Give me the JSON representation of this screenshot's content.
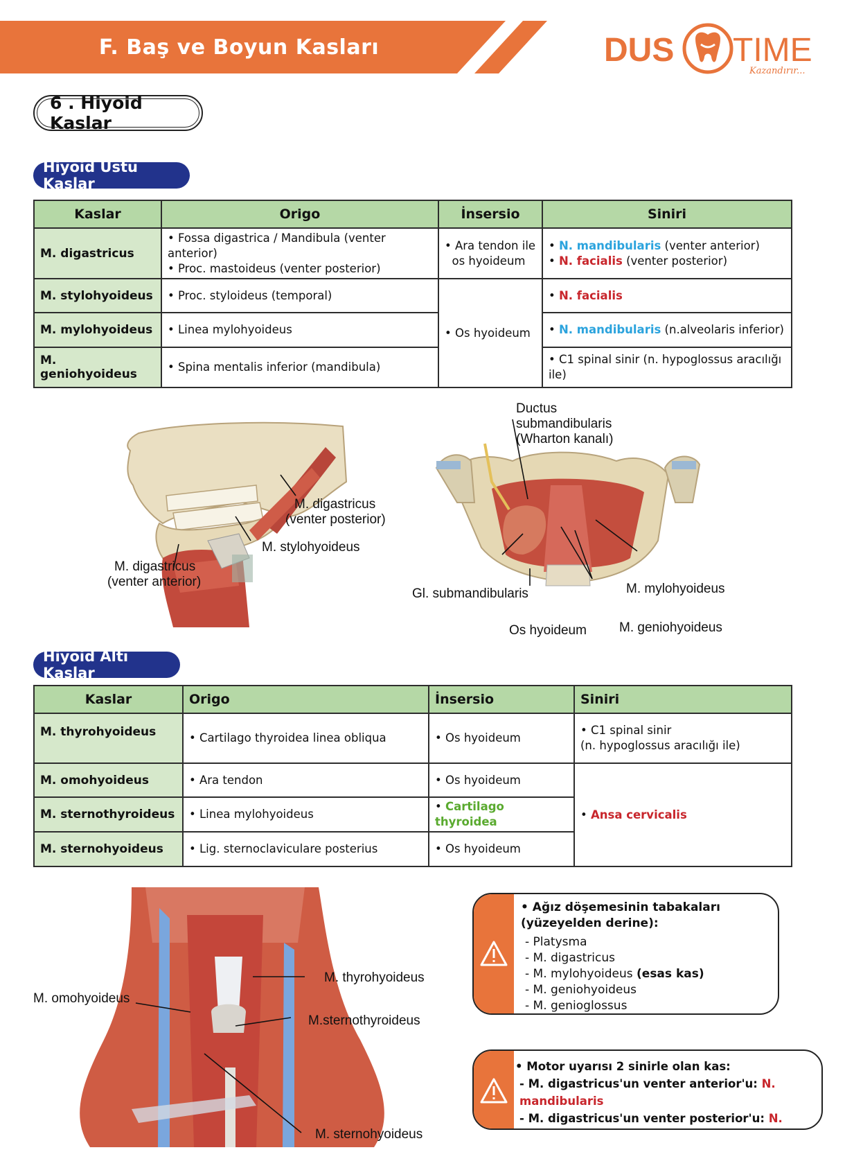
{
  "header": {
    "title": "F. Baş ve Boyun Kasları",
    "brand_left": "DUS",
    "brand_right": "TIME",
    "brand_sub": "Kazandırır...",
    "accent_color": "#e8743b"
  },
  "section": {
    "title": "6 . Hiyoid Kaslar"
  },
  "suprahyoid": {
    "heading": "Hiyoid Üstü Kaslar",
    "columns": [
      "Kaslar",
      "Origo",
      "İnsersio",
      "Siniri"
    ],
    "rows": [
      {
        "muscle": "M. digastricus",
        "origin": [
          "Fossa digastrica / Mandibula (venter anterior)",
          "Proc. mastoideus (venter posterior)"
        ],
        "insertion": [
          "Ara tendon ile",
          "os hyoideum"
        ],
        "nerve": [
          {
            "name": "N. mandibularis",
            "rest": " (venter anterior)"
          },
          {
            "name": "N. facialis",
            "rest": " (venter posterior)"
          }
        ]
      },
      {
        "muscle": "M. stylohyoideus",
        "origin": [
          "Proc. styloideus (temporal)"
        ],
        "insertion_shared": "Os hyoideum",
        "nerve": [
          {
            "name": "N. facialis",
            "rest": ""
          }
        ]
      },
      {
        "muscle": "M. mylohyoideus",
        "origin": [
          "Linea mylohyoideus"
        ],
        "nerve": [
          {
            "name": "N. mandibularis",
            "rest": " (n.alveolaris inferior)"
          }
        ]
      },
      {
        "muscle": "M. geniohyoideus",
        "origin": [
          "Spina mentalis inferior (mandibula)"
        ],
        "nerve": [
          {
            "name": "",
            "rest": "C1 spinal sinir (n. hypoglossus aracılığı ile)"
          }
        ]
      }
    ]
  },
  "figure1": {
    "labels": {
      "dig_post_1": "M. digastricus",
      "dig_post_2": "(venter posterior)",
      "stylo": "M. stylohyoideus",
      "dig_ant_1": "M. digastricus",
      "dig_ant_2": "(venter anterior)"
    }
  },
  "figure2": {
    "labels": {
      "ductus_1": "Ductus",
      "ductus_2": "submandibularis",
      "ductus_3": "(Wharton kanalı)",
      "gl": "Gl. submandibularis",
      "mylo": "M. mylohyoideus",
      "os": "Os hyoideum",
      "genio": "M. geniohyoideus"
    }
  },
  "infrahyoid": {
    "heading": "Hiyoid Altı Kaslar",
    "columns": [
      "Kaslar",
      "Origo",
      "İnsersio",
      "Siniri"
    ],
    "rows": [
      {
        "muscle": "M. thyrohyoideus",
        "origin": "Cartilago thyroidea linea obliqua",
        "insertion": "Os hyoideum",
        "nerve": [
          "C1 spinal sinir",
          "(n. hypoglossus aracılığı ile)"
        ]
      },
      {
        "muscle": "M. omohyoideus",
        "origin": "Ara tendon",
        "insertion": "Os hyoideum"
      },
      {
        "muscle": "M. sternothyroideus",
        "origin": "Linea mylohyoideus",
        "insertion": "Cartilago thyroidea"
      },
      {
        "muscle": "M. sternohyoideus",
        "origin": "Lig. sternoclaviculare posterius",
        "insertion": "Os hyoideum"
      }
    ],
    "shared_nerve": "Ansa cervicalis"
  },
  "figure3": {
    "labels": {
      "thyro": "M. thyrohyoideus",
      "omo": "M. omohyoideus",
      "sternothyro": "M.sternothyroideus",
      "sternohyo": "M. sternohyoideus"
    }
  },
  "note1": {
    "title": "Ağız döşemesinin tabakaları (yüzeyelden derine):",
    "items": [
      "- Platysma",
      "- M. digastricus",
      "- M. mylohyoideus ",
      "- M. geniohyoideus",
      "- M. genioglossus"
    ],
    "emphasis": "(esas kas)"
  },
  "note2": {
    "title": "Motor uyarısı 2 sinirle olan kas:",
    "line1_prefix": "- M. digastricus'un venter anterior'u: ",
    "line1_nerve": "N. mandibularis",
    "line2_prefix": "- M. digastricus'un venter posterior'u: ",
    "line2_nerve": "N. facialis"
  }
}
